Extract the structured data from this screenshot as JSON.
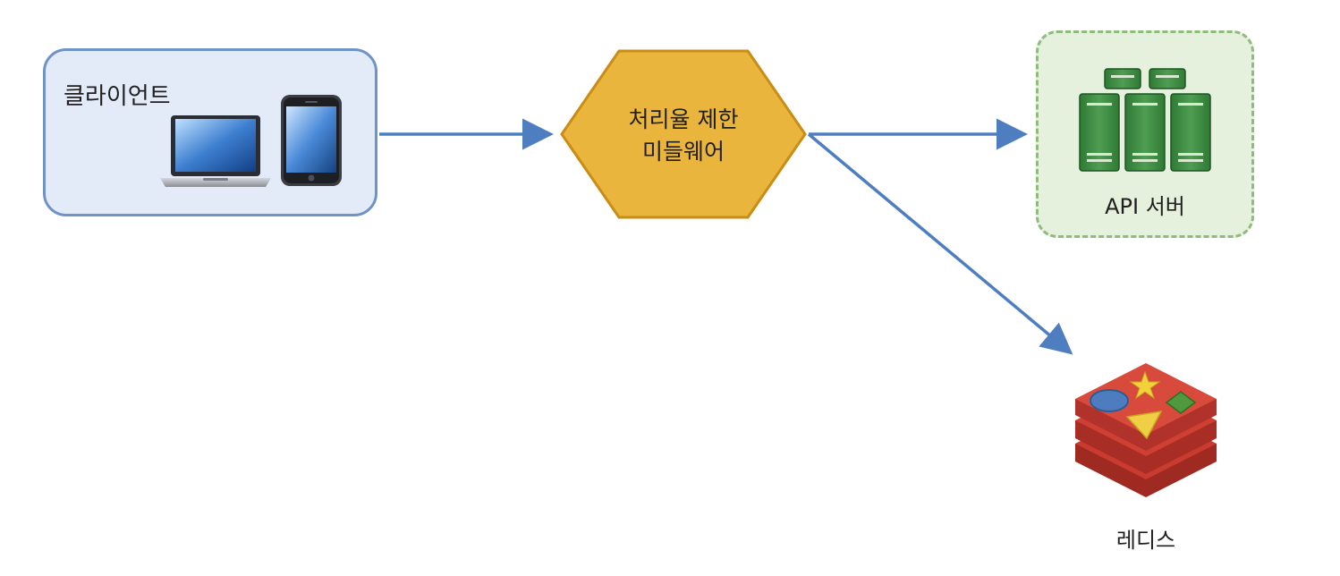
{
  "client": {
    "label": "클라이언트"
  },
  "middleware": {
    "line1": "처리율 제한",
    "line2": "미들웨어"
  },
  "api_server": {
    "label": "API 서버"
  },
  "redis": {
    "label": "레디스"
  },
  "colors": {
    "arrow": "#4f7ec0",
    "client_fill": "#e4ebf8",
    "client_border": "#6f93c6",
    "hexagon_fill": "#eab53d",
    "hexagon_border": "#c98d16",
    "api_fill": "#e5f0dd",
    "api_border": "#8fbb7c",
    "server_green": "#3f8f43",
    "redis_red": "#c93b2f"
  },
  "icons": [
    "laptop-icon",
    "smartphone-icon",
    "server-rack-icon",
    "redis-logo-icon"
  ]
}
